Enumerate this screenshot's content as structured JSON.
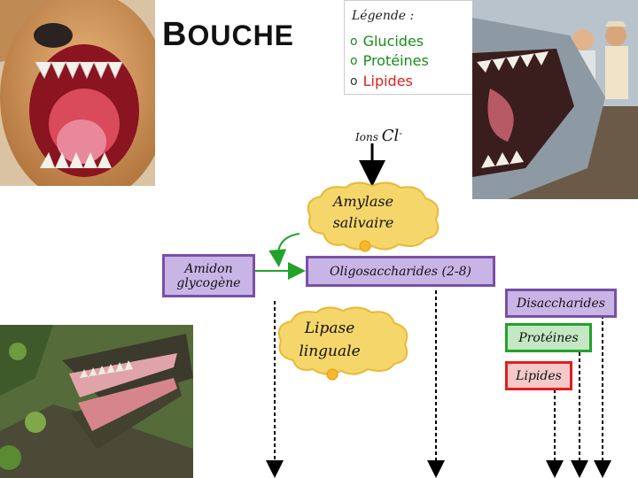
{
  "title": {
    "first": "B",
    "rest": "OUCHE"
  },
  "legend": {
    "title": "Légende :",
    "items": [
      {
        "label": "Glucides",
        "color": "#1a8c1a"
      },
      {
        "label": "Protéines",
        "color": "#1a8c1a"
      },
      {
        "label": "Lipides",
        "color": "#e02020"
      }
    ]
  },
  "ions": {
    "label": "Ions",
    "symbol": "Cl",
    "charge": "-"
  },
  "enzymes": {
    "amylase": {
      "line1": "Amylase",
      "line2": "salivaire"
    },
    "lipase": {
      "line1": "Lipase",
      "line2": "linguale"
    }
  },
  "boxes": {
    "amidon": {
      "line1": "Amidon",
      "line2": "glycogène"
    },
    "oligo": "Oligosaccharides (2-8)",
    "disaccharides": "Disaccharides",
    "proteines": "Protéines",
    "lipides": "Lipides"
  },
  "colors": {
    "purple": "#7b4fa6",
    "lavender": "#c9b4e6",
    "green": "#22a22a",
    "red": "#e51c1c",
    "cloud": "#f5d66a",
    "cloud_border": "#e8b93a"
  },
  "icons": [
    "dog-photo",
    "shark-photo",
    "alligator-photo"
  ]
}
